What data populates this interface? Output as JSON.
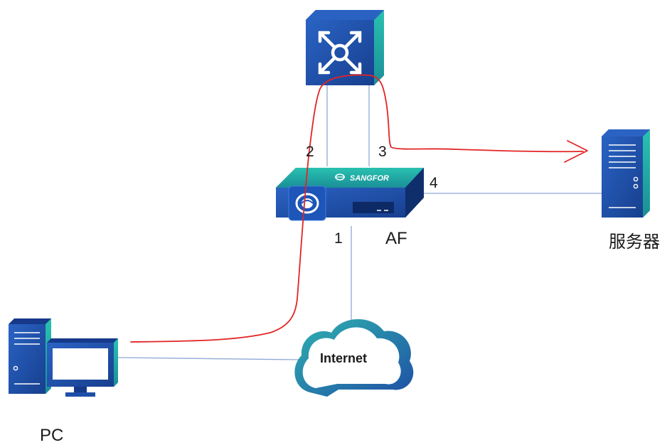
{
  "ports": {
    "p1": "1",
    "p2": "2",
    "p3": "3",
    "p4": "4"
  },
  "devices": {
    "firewall_label": "AF",
    "firewall_brand": "SANGFOR",
    "server_label": "服务器",
    "pc_label": "PC",
    "cloud_label": "Internet"
  },
  "colors": {
    "device_blue": "#1f4fa8",
    "device_teal": "#1ea9a3",
    "link_blue": "#8fa9d6",
    "traffic_path_red": "#e32424"
  },
  "icons": {
    "switch": "core-switch-icon",
    "firewall": "sangfor-af-firewall-icon",
    "server": "server-icon",
    "pc": "desktop-pc-icon",
    "cloud": "internet-cloud-icon"
  }
}
